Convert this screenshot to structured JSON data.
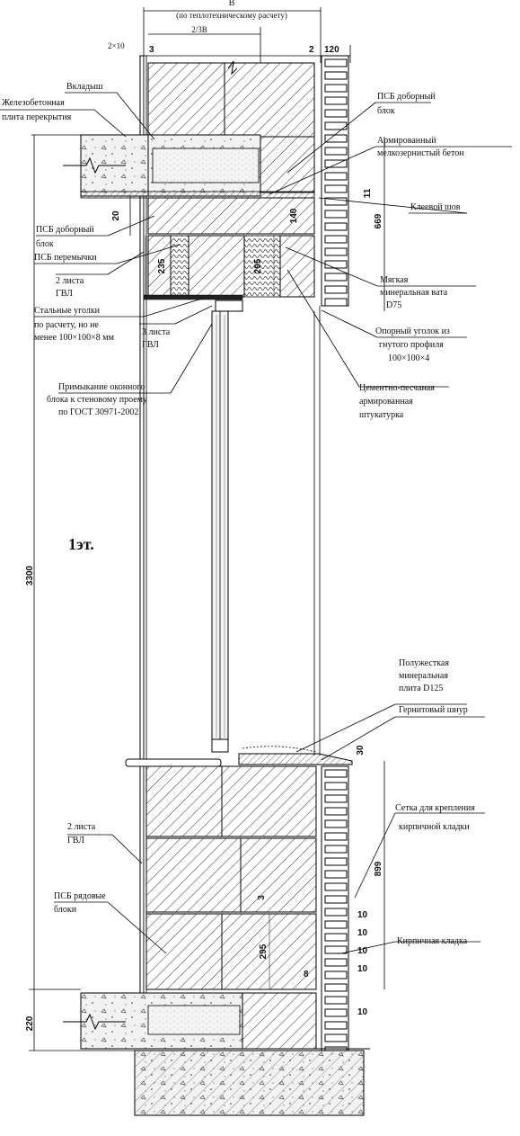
{
  "labels": {
    "top_b": "В",
    "top_note": "(по теплотехническому расчету)",
    "two_thirds": "2/3В",
    "d_2x10": "2×10",
    "d_3_top": "3",
    "d_2_top": "2",
    "d_120": "120",
    "vkladysh": "Вкладыш",
    "slab_line1": "Железобетонная",
    "slab_line2": "плита перекрытия",
    "psb_dob_r1": "ПСБ доборный",
    "psb_dob_r2": "блок",
    "arm_line1": "Армированный",
    "arm_line2": "мелкозернистый бетон",
    "d_11": "11",
    "kleev": "Клеевой шов",
    "d_20": "20",
    "d_140": "140",
    "d_669": "669",
    "psb_dob_l1": "ПСБ доборный",
    "psb_dob_l2": "блок",
    "psb_per": "ПСБ перемычки",
    "d_235": "235",
    "d_295_top": "295",
    "gvl2_top_1": "2 листа",
    "gvl2_top_2": "ГВЛ",
    "vata_1": "Мягкая",
    "vata_2": "минеральная вата",
    "vata_3": "D75",
    "ugol_1": "Стальные уголки",
    "ugol_2": "по расчету, но не",
    "ugol_3": "менее 100×100×8 мм",
    "gvl3_1": "3 листа",
    "gvl3_2": "ГВЛ",
    "opor_1": "Опорный уголок из",
    "opor_2": "гнутого профиля",
    "opor_3": "100×100×4",
    "prim_1": "Примыкание оконного",
    "prim_2": "блока к стеновому проему",
    "prim_3": "по ГОСТ 30971-2002",
    "cem_1": "Цементно-песчаная",
    "cem_2": "армированная",
    "cem_3": "штукатурка",
    "floor": "1эт.",
    "d_3300": "3300",
    "poluzh_1": "Полужесткая",
    "poluzh_2": "минеральная",
    "poluzh_3": "плита D125",
    "gernit": "Гернитовый шнур",
    "d_30": "30",
    "gvl2_bot_1": "2 листа",
    "gvl2_bot_2": "ГВЛ",
    "setka_1": "Сетка для крепления",
    "setka_2": "кирпичной кладки",
    "d_899": "899",
    "psb_ryad_1": "ПСБ рядовые",
    "psb_ryad_2": "блоки",
    "d_3_bot": "3",
    "d_295_bot": "295",
    "kirp": "Кирпичная кладка",
    "d_8": "8",
    "d_10": "10",
    "d_220": "220"
  }
}
